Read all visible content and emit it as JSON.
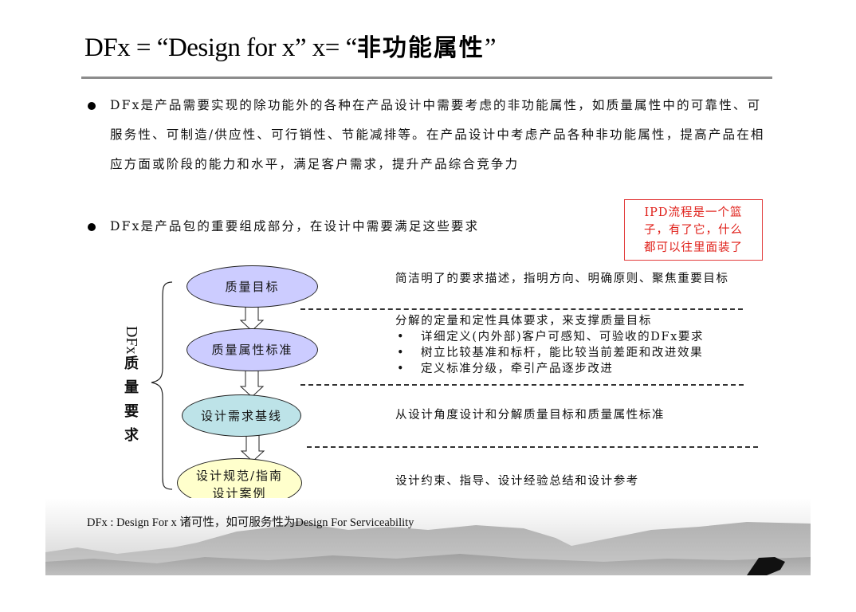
{
  "slide": {
    "title": {
      "prefix": "DFx = “Design for x”  x= “",
      "cn": "非功能属性",
      "suffix": "”"
    },
    "bullets": [
      {
        "icon": "bullet-dot-icon",
        "text": "DFx是产品需要实现的除功能外的各种在产品设计中需要考虑的非功能属性，如质量属性中的可靠性、可服务性、可制造/供应性、可行销性、节能减排等。在产品设计中考虑产品各种非功能属性，提高产品在相应方面或阶段的能力和水平，满足客户需求，提升产品综合竞争力"
      },
      {
        "icon": "bullet-dot-icon",
        "text": "DFx是产品包的重要组成部分，在设计中需要满足这些要求"
      }
    ],
    "callout": {
      "lines": [
        "IPD流程是一个篮",
        "子，有了它，什么",
        "都可以往里面装了"
      ],
      "color": "#e0201a"
    },
    "diagram": {
      "side_label": {
        "rotated": "DFx",
        "chars": [
          "质",
          "量",
          "要",
          "求"
        ]
      },
      "nodes": [
        {
          "label": "质量目标",
          "color": "#ccccff"
        },
        {
          "label": "质量属性标准",
          "color": "#ccccff"
        },
        {
          "label": "设计需求基线",
          "color": "#bde3e8"
        },
        {
          "label_lines": [
            "设计规范/指南",
            "设计案例"
          ],
          "color": "#ffffcc"
        }
      ],
      "descriptions": [
        {
          "text": "简洁明了的要求描述，指明方向、明确原则、聚焦重要目标"
        },
        {
          "text": "分解的定量和定性具体要求，来支撑质量目标",
          "items": [
            "详细定义(内外部)客户可感知、可验收的DFx要求",
            "树立比较基准和标杆，能比较当前差距和改进效果",
            "定义标准分级，牵引产品逐步改进"
          ]
        },
        {
          "text": "从设计角度设计和分解质量目标和质量属性标准"
        },
        {
          "text": "设计约束、指导、设计经验总结和设计参考"
        }
      ]
    },
    "footer": {
      "text": "DFx : Design For x  诸可性，如可服务性为Design For Serviceability"
    }
  }
}
